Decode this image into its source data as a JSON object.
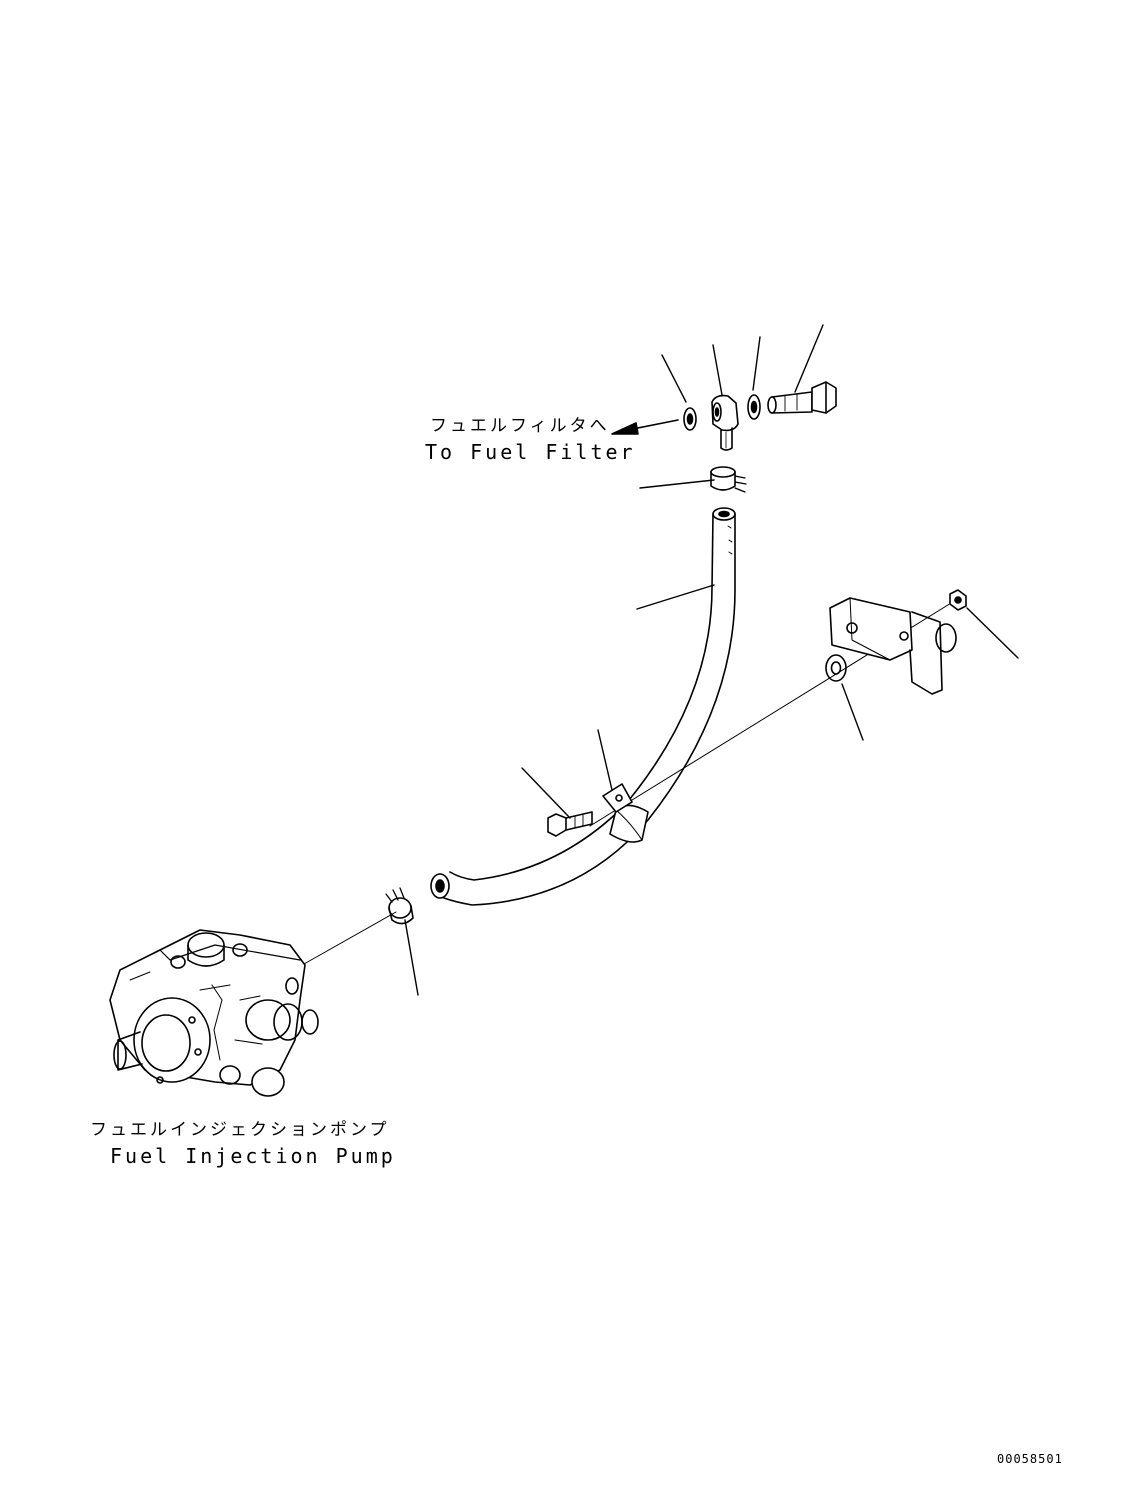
{
  "labels": {
    "fuel_filter_jp": "フュエルフィルタへ",
    "fuel_filter_en": "To Fuel Filter",
    "injection_pump_jp": "フュエルインジェクションポンプ",
    "injection_pump_en": "Fuel Injection Pump"
  },
  "drawing_code": "00058501",
  "colors": {
    "line": "#000000",
    "background": "#ffffff"
  }
}
